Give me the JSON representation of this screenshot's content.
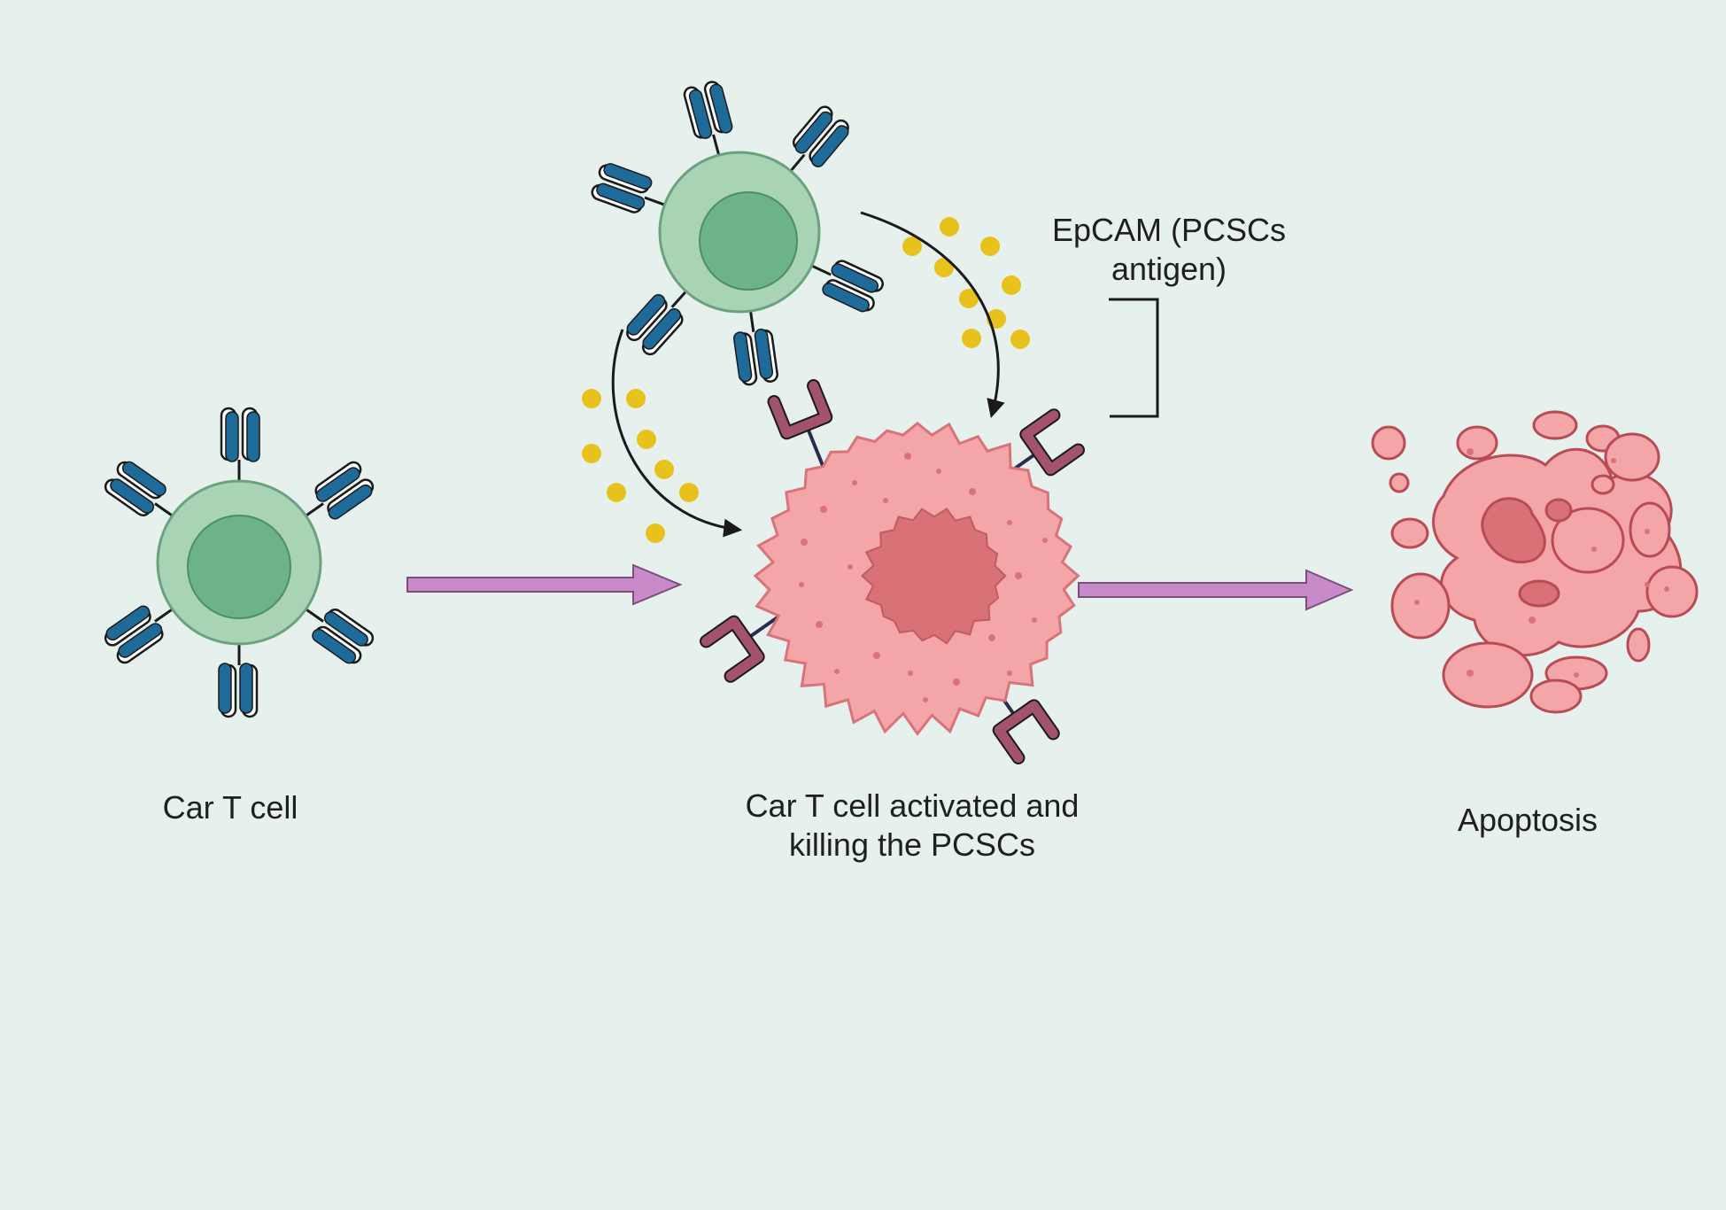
{
  "labels": {
    "car_t_cell": "Car T cell",
    "activated_line1": "Car T cell activated and",
    "activated_line2": "killing the  PCSCs",
    "epcam_line1": "EpCAM (PCSCs",
    "epcam_line2": "antigen)",
    "apoptosis": "Apoptosis"
  },
  "colors": {
    "background": "#e6f0ec",
    "tcell_outer": "#a8d3b4",
    "tcell_outline": "#6aa27d",
    "tcell_nucleus": "#6db38a",
    "receptor_blue": "#1e6b9a",
    "antigen_mauve": "#a3526b",
    "tumor_pink": "#f4a5a8",
    "tumor_outline": "#d8737a",
    "tumor_nucleus": "#d87276",
    "cytokine_yellow": "#e8c21c",
    "arrow_violet": "#c88ac8",
    "black": "#1a1a1a"
  },
  "icons": {
    "tcell": "car-t-cell-icon",
    "tumor": "pcsc-tumor-cell-icon",
    "apoptotic": "apoptotic-cell-icon",
    "arrow": "process-arrow-icon"
  }
}
